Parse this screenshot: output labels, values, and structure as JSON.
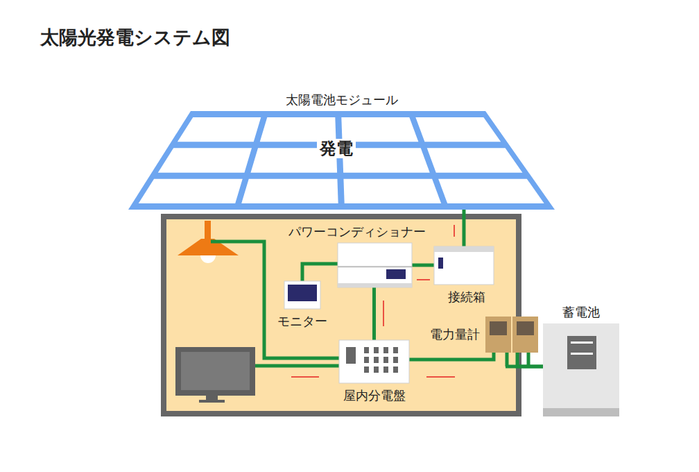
{
  "diagram": {
    "title": "太陽光発電システム図",
    "nodes": [
      {
        "text": [
          "太陽電池モジュール",
          "発電"
        ]
      },
      {
        "text": [
          "パワーコンディショナー"
        ]
      },
      {
        "text": [
          "接続箱"
        ]
      },
      {
        "text": [
          "モニター"
        ]
      },
      {
        "text": [
          "屋内分電盤"
        ]
      },
      {
        "text": [
          "電力量計"
        ]
      },
      {
        "text": [
          "蓄電池"
        ]
      }
    ],
    "edges": [
      {
        "from": 0,
        "to": 2,
        "arrow": "none"
      },
      {
        "from": 2,
        "to": 1,
        "arrow": "none"
      },
      {
        "from": 1,
        "to": 3,
        "arrow": "none"
      },
      {
        "from": 1,
        "to": 4,
        "arrow": "none"
      },
      {
        "from": 4,
        "to": 5,
        "arrow": "none"
      },
      {
        "from": 5,
        "to": 6,
        "arrow": "none"
      }
    ]
  }
}
